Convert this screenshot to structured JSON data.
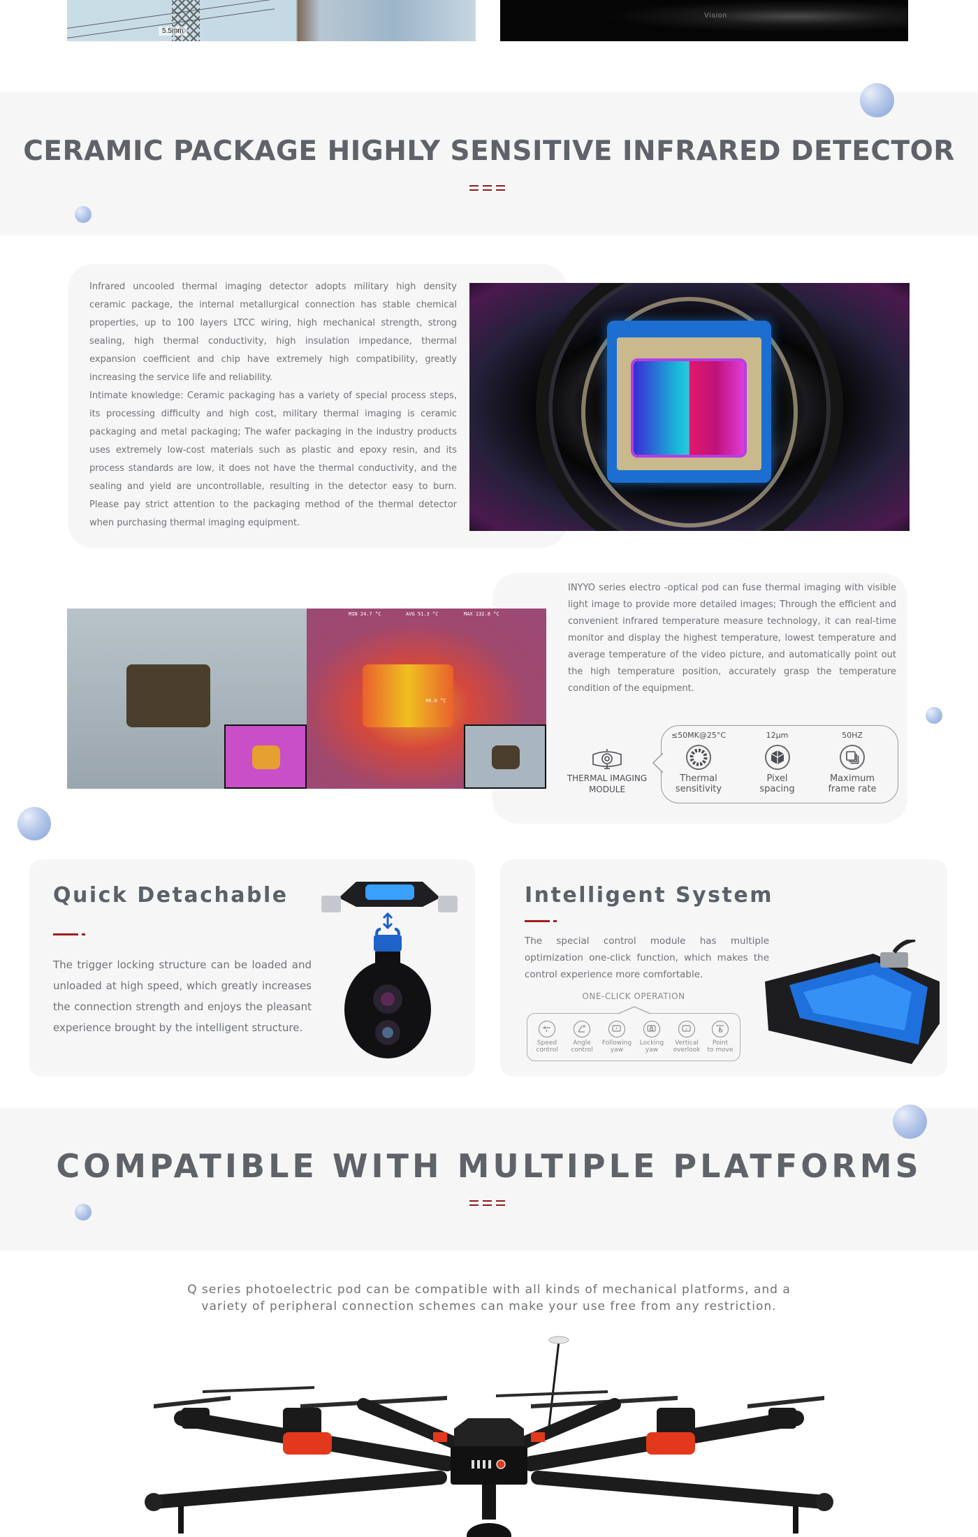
{
  "top_gallery": {
    "left_image": {
      "alt": "power-tower-closeup",
      "overlay_text": "5.5mm"
    },
    "right_image": {
      "alt": "night-vision-scene",
      "overlay_text": "Vision"
    }
  },
  "section_detector": {
    "title": "CERAMIC PACKAGE HIGHLY SENSITIVE INFRARED DETECTOR",
    "paragraph_1": "Infrared uncooled thermal imaging detector adopts military high density ceramic package, the internal metallurgical connection has stable chemical properties, up to 100 layers LTCC wiring, high mechanical strength, strong sealing, high thermal conductivity, high insulation impedance, thermal expansion coefficient and chip have extremely high compatibility, greatly increasing the service life and reliability.",
    "paragraph_2": "Intimate knowledge: Ceramic packaging has a variety of special process steps, its processing difficulty and high cost, military thermal imaging is ceramic packaging and metal packaging; The wafer packaging in the industry products uses extremely low-cost materials such as plastic and epoxy resin, and its process standards are low, it does not have the thermal conductivity, and the sealing and yield are uncontrollable, resulting in the detector easy to burn. Please pay strict attention to the packaging method of the thermal detector when purchasing thermal imaging equipment.",
    "image_alt": "ceramic-infrared-detector-chip"
  },
  "section_fusion": {
    "paragraph": "INYYO series electro -optical pod can fuse thermal imaging with visible light image to provide more detailed images;  Through the efficient and convenient infrared temperature measure technology, it can real-time monitor and display the highest temperature, lowest temperature and average temperature of the video picture, and automatically point out the high temperature position, accurately grasp the temperature condition of the equipment.",
    "thermal_overlay": {
      "min": "MIN 24.7 °C",
      "avg": "AVG 51.3 °C",
      "max": "MAX 132.8 °C",
      "point": "96.8 °C"
    },
    "module": {
      "label_line1": "THERMAL IMAGING",
      "label_line2": "MODULE",
      "specs": [
        {
          "value": "≤50MK@25°C",
          "label_line1": "Thermal",
          "label_line2": "sensitivity",
          "icon": "aperture-icon"
        },
        {
          "value": "12μm",
          "label_line1": "Pixel",
          "label_line2": "spacing",
          "icon": "cube-icon"
        },
        {
          "value": "50HZ",
          "label_line1": "Maximum",
          "label_line2": "frame rate",
          "icon": "frames-icon"
        }
      ]
    }
  },
  "feature_quick": {
    "title": "Quick Detachable",
    "paragraph": "The trigger locking structure can be loaded and unloaded at high speed, which greatly increases the connection strength and enjoys the pleasant experience brought by the intelligent structure."
  },
  "feature_intelligent": {
    "title": "Intelligent System",
    "paragraph": "The special control module has multiple optimization one-click function, which makes the control experience more comfortable.",
    "ops_title": "ONE-CLICK OPERATION",
    "ops": [
      {
        "line1": "Speed",
        "line2": "control"
      },
      {
        "line1": "Angle",
        "line2": "control"
      },
      {
        "line1": "Following",
        "line2": "yaw"
      },
      {
        "line1": "Locking",
        "line2": "yaw"
      },
      {
        "line1": "Vertical",
        "line2": "overlook"
      },
      {
        "line1": "Point",
        "line2": "to move"
      }
    ]
  },
  "section_platforms": {
    "title": "COMPATIBLE WITH MULTIPLE PLATFORMS",
    "paragraph_line1": "Q series photoelectric pod can be compatible with all kinds of mechanical platforms, and a",
    "paragraph_line2": "variety of peripheral connection schemes can make your use free from any restriction.",
    "image_alt": "hexacopter-drone"
  },
  "colors": {
    "heading": "#5f6369",
    "accent_red": "#a31d1d",
    "band_bg": "#f6f6f6",
    "body_text": "#6e7176",
    "bubble": "#86a2d9"
  }
}
